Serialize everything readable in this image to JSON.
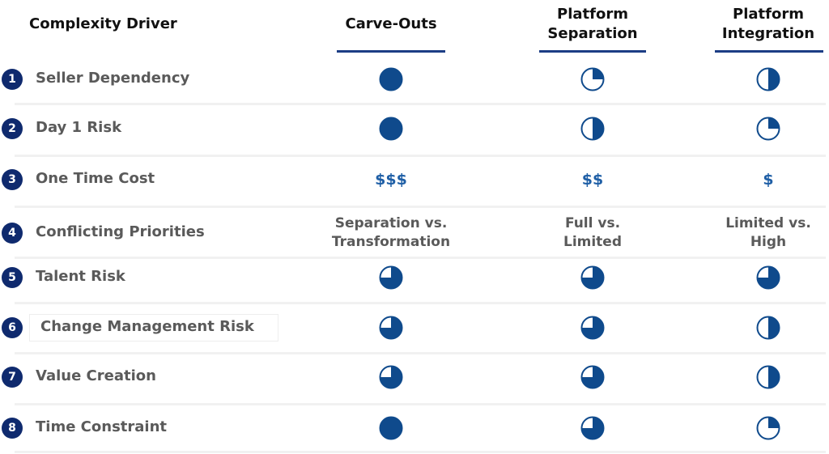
{
  "header": {
    "driver_label": "Complexity Driver",
    "columns": [
      "Carve-Outs",
      "Platform\nSeparation",
      "Platform\nIntegration"
    ],
    "columns_line1": [
      "Carve-Outs",
      "Platform",
      "Platform"
    ],
    "columns_line2": [
      "",
      "Separation",
      "Integration"
    ]
  },
  "colors": {
    "accent": "#0f4a8c",
    "badge": "#0f2a6e",
    "header_line": "#1c3d85",
    "label_text": "#5a5a5a",
    "cost_text": "#1f5fa6"
  },
  "rows": [
    {
      "num": "1",
      "label": "Seller Dependency",
      "cells": [
        {
          "type": "harvey",
          "fill": 1.0
        },
        {
          "type": "harvey",
          "fill": 0.25
        },
        {
          "type": "harvey",
          "fill": 0.5
        }
      ]
    },
    {
      "num": "2",
      "label": "Day 1 Risk",
      "cells": [
        {
          "type": "harvey",
          "fill": 1.0
        },
        {
          "type": "harvey",
          "fill": 0.5
        },
        {
          "type": "harvey",
          "fill": 0.25
        }
      ]
    },
    {
      "num": "3",
      "label": "One Time Cost",
      "cells": [
        {
          "type": "cost",
          "text": "$$$"
        },
        {
          "type": "cost",
          "text": "$$"
        },
        {
          "type": "cost",
          "text": "$"
        }
      ]
    },
    {
      "num": "4",
      "label": "Conflicting Priorities",
      "cells": [
        {
          "type": "text",
          "line1": "Separation vs.",
          "line2": "Transformation"
        },
        {
          "type": "text",
          "line1": "Full vs.",
          "line2": "Limited"
        },
        {
          "type": "text",
          "line1": "Limited vs.",
          "line2": "High"
        }
      ]
    },
    {
      "num": "5",
      "label": "Talent Risk",
      "cells": [
        {
          "type": "harvey",
          "fill": 0.75
        },
        {
          "type": "harvey",
          "fill": 0.75
        },
        {
          "type": "harvey",
          "fill": 0.75
        }
      ]
    },
    {
      "num": "6",
      "label": "Change Management Risk",
      "cells": [
        {
          "type": "harvey",
          "fill": 0.75
        },
        {
          "type": "harvey",
          "fill": 0.75
        },
        {
          "type": "harvey",
          "fill": 0.5
        }
      ]
    },
    {
      "num": "7",
      "label": "Value Creation",
      "cells": [
        {
          "type": "harvey",
          "fill": 0.75
        },
        {
          "type": "harvey",
          "fill": 0.75
        },
        {
          "type": "harvey",
          "fill": 0.5
        }
      ]
    },
    {
      "num": "8",
      "label": "Time Constraint",
      "cells": [
        {
          "type": "harvey",
          "fill": 1.0
        },
        {
          "type": "harvey",
          "fill": 0.75
        },
        {
          "type": "harvey",
          "fill": 0.25
        }
      ]
    }
  ]
}
